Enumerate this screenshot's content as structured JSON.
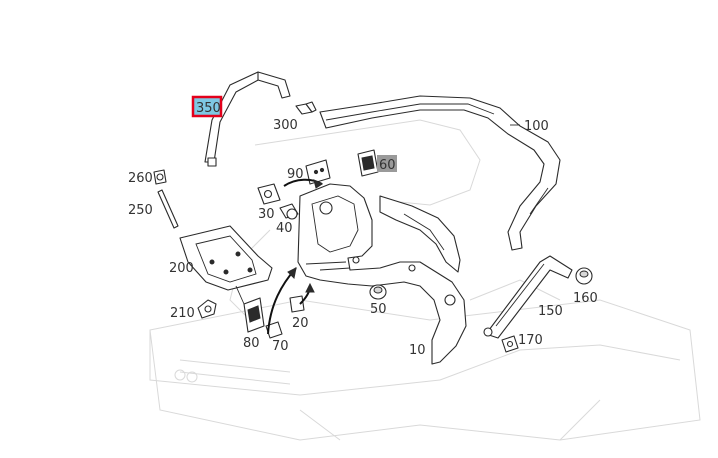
{
  "diagram": {
    "selected_callout": "350",
    "colors": {
      "highlight_border": "#e3001b",
      "highlight_fill": "#7ec8e3",
      "grey_fill": "#9a9a9a",
      "line": "#2b2b2b",
      "label": "#333333",
      "ghost": "#d9d9d9"
    },
    "callouts": {
      "c350": "350",
      "c300": "300",
      "c100": "100",
      "c60": "60",
      "c90": "90",
      "c260": "260",
      "c250": "250",
      "c30": "30",
      "c40": "40",
      "c200": "200",
      "c210": "210",
      "c20": "20",
      "c50": "50",
      "c80": "80",
      "c70": "70",
      "c10": "10",
      "c150": "150",
      "c160": "160",
      "c170": "170"
    }
  }
}
